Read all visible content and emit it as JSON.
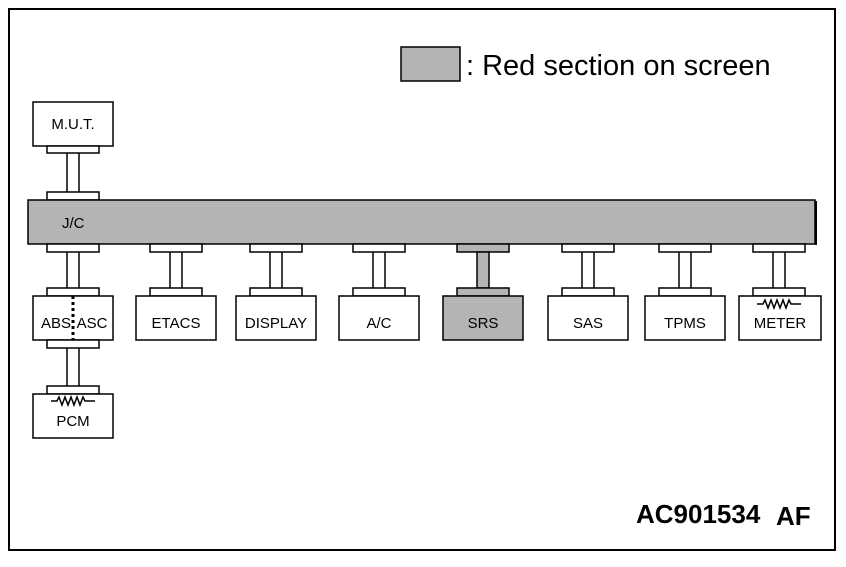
{
  "legend": {
    "swatch_color": "#b4b4b4",
    "text": ": Red section on screen"
  },
  "nodes": {
    "mut": "M.U.T.",
    "jc": "J/C",
    "abs": "ABS",
    "asc": "ASC",
    "pcm": "PCM",
    "etacs": "ETACS",
    "display": "DISPLAY",
    "ac": "A/C",
    "srs": "SRS",
    "sas": "SAS",
    "tpms": "TPMS",
    "meter": "METER"
  },
  "red_sections": [
    "J/C",
    "SRS"
  ],
  "figure_code": {
    "main": "AC901534",
    "suffix": "AF"
  }
}
